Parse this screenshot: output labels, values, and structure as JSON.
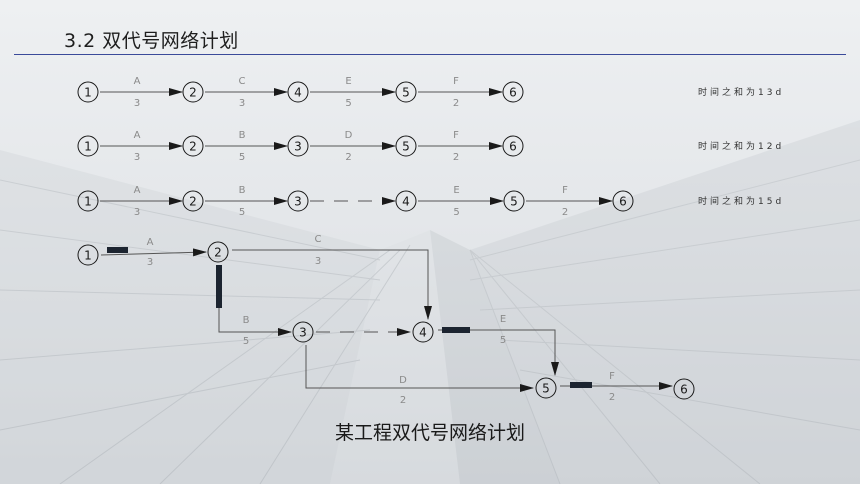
{
  "slide": {
    "title": "3.2 双代号网络计划",
    "caption": "某工程双代号网络计划"
  },
  "colors": {
    "rule": "#3a4a9a",
    "line": "#555555",
    "bar": "#1c2430"
  },
  "diagram": {
    "rows": [
      {
        "nodes": [
          "1",
          "2",
          "4",
          "5",
          "6"
        ],
        "edges": [
          {
            "name": "A",
            "dur": "3"
          },
          {
            "name": "C",
            "dur": "3"
          },
          {
            "name": "E",
            "dur": "5"
          },
          {
            "name": "F",
            "dur": "2"
          }
        ],
        "note": "时间之和为13d"
      },
      {
        "nodes": [
          "1",
          "2",
          "3",
          "5",
          "6"
        ],
        "edges": [
          {
            "name": "A",
            "dur": "3"
          },
          {
            "name": "B",
            "dur": "5"
          },
          {
            "name": "D",
            "dur": "2"
          },
          {
            "name": "F",
            "dur": "2"
          }
        ],
        "note": "时间之和为12d"
      },
      {
        "nodes": [
          "1",
          "2",
          "3",
          "4",
          "5",
          "6"
        ],
        "edges": [
          {
            "name": "A",
            "dur": "3"
          },
          {
            "name": "B",
            "dur": "5"
          },
          {
            "name": "",
            "dur": "",
            "dummy": true
          },
          {
            "name": "E",
            "dur": "5"
          },
          {
            "name": "F",
            "dur": "2"
          }
        ],
        "note": "时间之和为15d"
      }
    ],
    "network": {
      "nodes": [
        "1",
        "2",
        "3",
        "4",
        "5",
        "6"
      ],
      "edges": [
        {
          "from": "1",
          "to": "2",
          "name": "A",
          "dur": "3"
        },
        {
          "from": "2",
          "to": "4",
          "name": "C",
          "dur": "3"
        },
        {
          "from": "2",
          "to": "3",
          "name": "B",
          "dur": "5"
        },
        {
          "from": "3",
          "to": "4",
          "name": "",
          "dur": "",
          "dummy": true
        },
        {
          "from": "3",
          "to": "5",
          "name": "D",
          "dur": "2"
        },
        {
          "from": "4",
          "to": "5",
          "name": "E",
          "dur": "5"
        },
        {
          "from": "5",
          "to": "6",
          "name": "F",
          "dur": "2"
        }
      ]
    }
  }
}
